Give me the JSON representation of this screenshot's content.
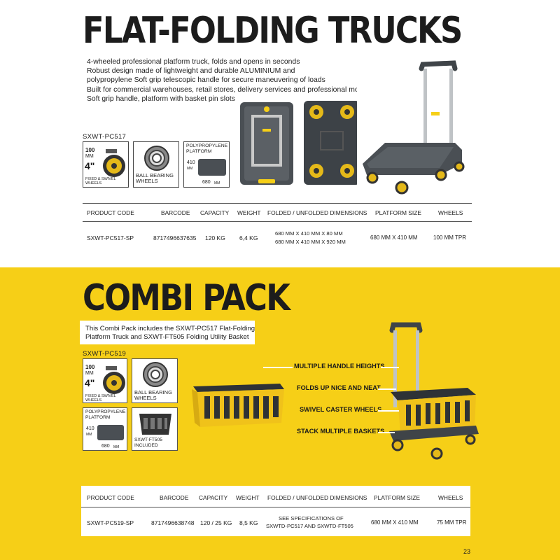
{
  "section1": {
    "title": "FLAT-FOLDING TRUCKS",
    "bullets": [
      "4-wheeled professional platform truck, folds and opens in seconds",
      "Robust design made of lightweight and durable ALUMINIUM and",
      "polypropylene Soft grip telescopic handle for secure maneuvering of loads",
      "Built for commercial warehouses, retail stores, delivery services and professional movers",
      "Soft grip handle, platform with basket pin slots"
    ],
    "model": "SXWT-PC517",
    "feature_wheel": {
      "size_top": "100",
      "size_unit": "MM",
      "size_inch": "4\"",
      "caption": "FIXED & SWIVEL WHEELS"
    },
    "feature_bearing": {
      "caption": "BALL BEARING WHEELS"
    },
    "feature_platform": {
      "caption": "POLYPROPYLENE PLATFORM",
      "depth": "410",
      "depth_unit": "MM",
      "width": "680",
      "width_unit": "MM"
    },
    "table": {
      "headers": [
        "PRODUCT CODE",
        "BARCODE",
        "CAPACITY",
        "WEIGHT",
        "FOLDED / UNFOLDED DIMENSIONS",
        "PLATFORM SIZE",
        "WHEELS"
      ],
      "row": {
        "code": "SXWT-PC517-SP",
        "barcode": "8717496637635",
        "capacity": "120 KG",
        "weight": "6,4 KG",
        "dims1": "680 MM X 410 MM X 80 MM",
        "dims2": "680 MM X 410 MM X 920 MM",
        "platform": "680 MM X 410 MM",
        "wheels": "100 MM TPR"
      }
    }
  },
  "section2": {
    "title": "COMBI PACK",
    "intro": [
      "This Combi Pack includes the SXWT-PC517 Flat-Folding",
      "Platform Truck and SXWT-FT505 Folding Utility Basket"
    ],
    "model": "SXWT-PC519",
    "feature_wheel": {
      "size_top": "100",
      "size_unit": "MM",
      "size_inch": "4\"",
      "caption": "FIXED & SWIVEL WHEELS"
    },
    "feature_bearing": {
      "caption": "BALL BEARING WHEELS"
    },
    "feature_platform": {
      "caption": "POLYPROPYLENE PLATFORM",
      "depth": "410",
      "depth_unit": "MM",
      "width": "680",
      "width_unit": "MM"
    },
    "feature_basket": {
      "caption": "SXWT-FT505 INCLUDED"
    },
    "callouts": [
      "MULTIPLE HANDLE HEIGHTS",
      "FOLDS UP NICE AND NEAT",
      "SWIVEL CASTER WHEELS",
      "STACK MULTIPLE BASKETS"
    ],
    "table": {
      "headers": [
        "PRODUCT CODE",
        "BARCODE",
        "CAPACITY",
        "WEIGHT",
        "FOLDED / UNFOLDED DIMENSIONS",
        "PLATFORM SIZE",
        "WHEELS"
      ],
      "row": {
        "code": "SXWT-PC519-SP",
        "barcode": "8717496638748",
        "capacity": "120 / 25 KG",
        "weight": "8,5 KG",
        "dims1": "SEE SPECIFICATIONS OF",
        "dims2": "SXWTD-PC517 AND SXWTD-FT505",
        "platform": "680 MM X 410 MM",
        "wheels": "75 MM TPR"
      }
    }
  },
  "page_number": "23",
  "colors": {
    "accent_yellow": "#f6cf17",
    "dark_grey": "#3f4448",
    "text": "#1a1a1a"
  }
}
